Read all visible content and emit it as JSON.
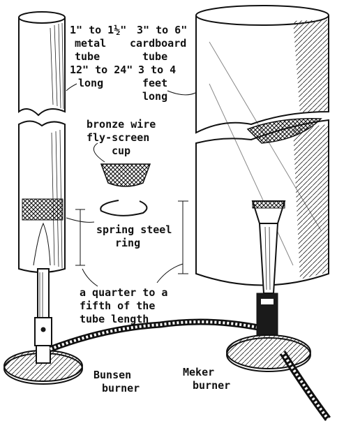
{
  "labels": {
    "metal_tube": [
      "1\" to 1½\"",
      "metal",
      "tube",
      "12\" to 24\"",
      "long"
    ],
    "cardboard_tube": [
      "3\" to 6\"",
      "cardboard",
      "tube",
      "3 to 4",
      "feet",
      "long"
    ],
    "screen_cup": [
      "bronze wire",
      "fly-screen",
      "cup"
    ],
    "spring_ring": [
      "spring steel",
      "ring"
    ],
    "quarter_length": [
      "a quarter to a",
      "fifth of the",
      "tube length"
    ],
    "bunsen": [
      "Bunsen",
      "burner"
    ],
    "meker": [
      "Meker",
      "burner"
    ]
  },
  "colors": {
    "ink": "#111111",
    "paper": "#ffffff"
  }
}
